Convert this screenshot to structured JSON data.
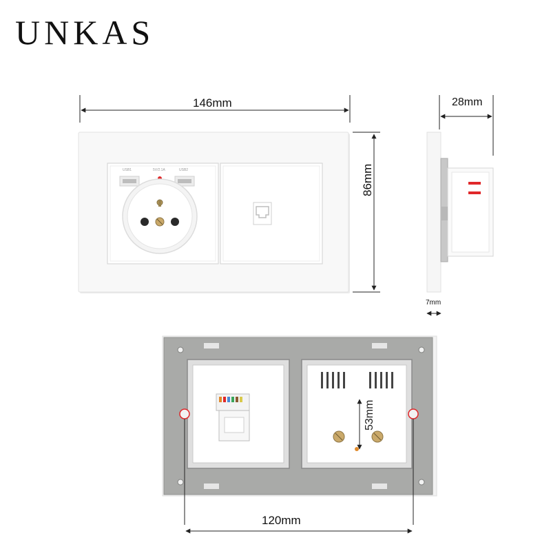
{
  "brand": "UNKAS",
  "dimensions": {
    "width": "146mm",
    "height": "86mm",
    "depth": "28mm",
    "frame_depth": "7mm",
    "mount_height": "53mm",
    "mount_spacing": "120mm"
  },
  "usb_labels": [
    "USB1",
    "5V/2.1A",
    "USB2"
  ],
  "colors": {
    "plate": "#f5f5f5",
    "frame": "#a9aaa8",
    "indicator": "#e0282a",
    "dimension_line": "#222222"
  },
  "icons": [
    "french-socket-icon",
    "usb-port-icon",
    "ethernet-port-icon",
    "screw-icon"
  ]
}
